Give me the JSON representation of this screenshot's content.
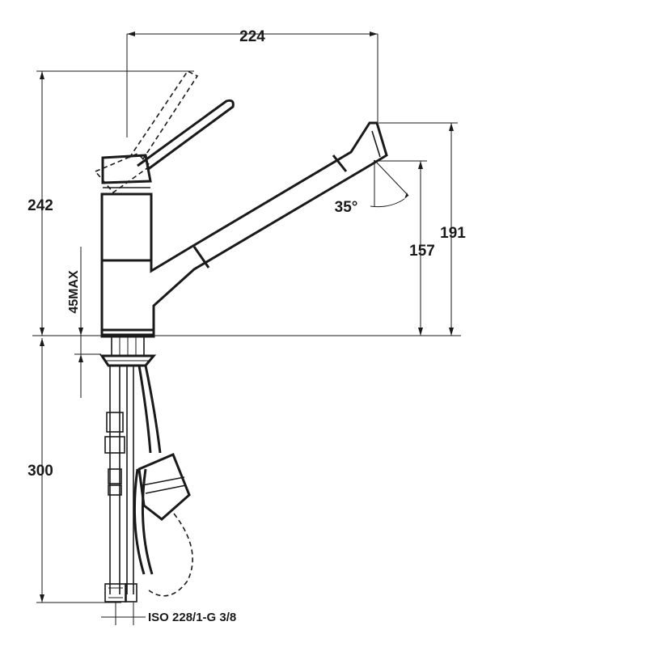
{
  "dimensions": {
    "width_top": "224",
    "height_total": "242",
    "spout_height": "191",
    "outlet_height": "157",
    "angle": "35°",
    "max_thickness": "45MAX",
    "hose_length": "300",
    "connection": "ISO 228/1-G 3/8"
  },
  "colors": {
    "ink": "#1a1a1a",
    "background": "#ffffff"
  }
}
